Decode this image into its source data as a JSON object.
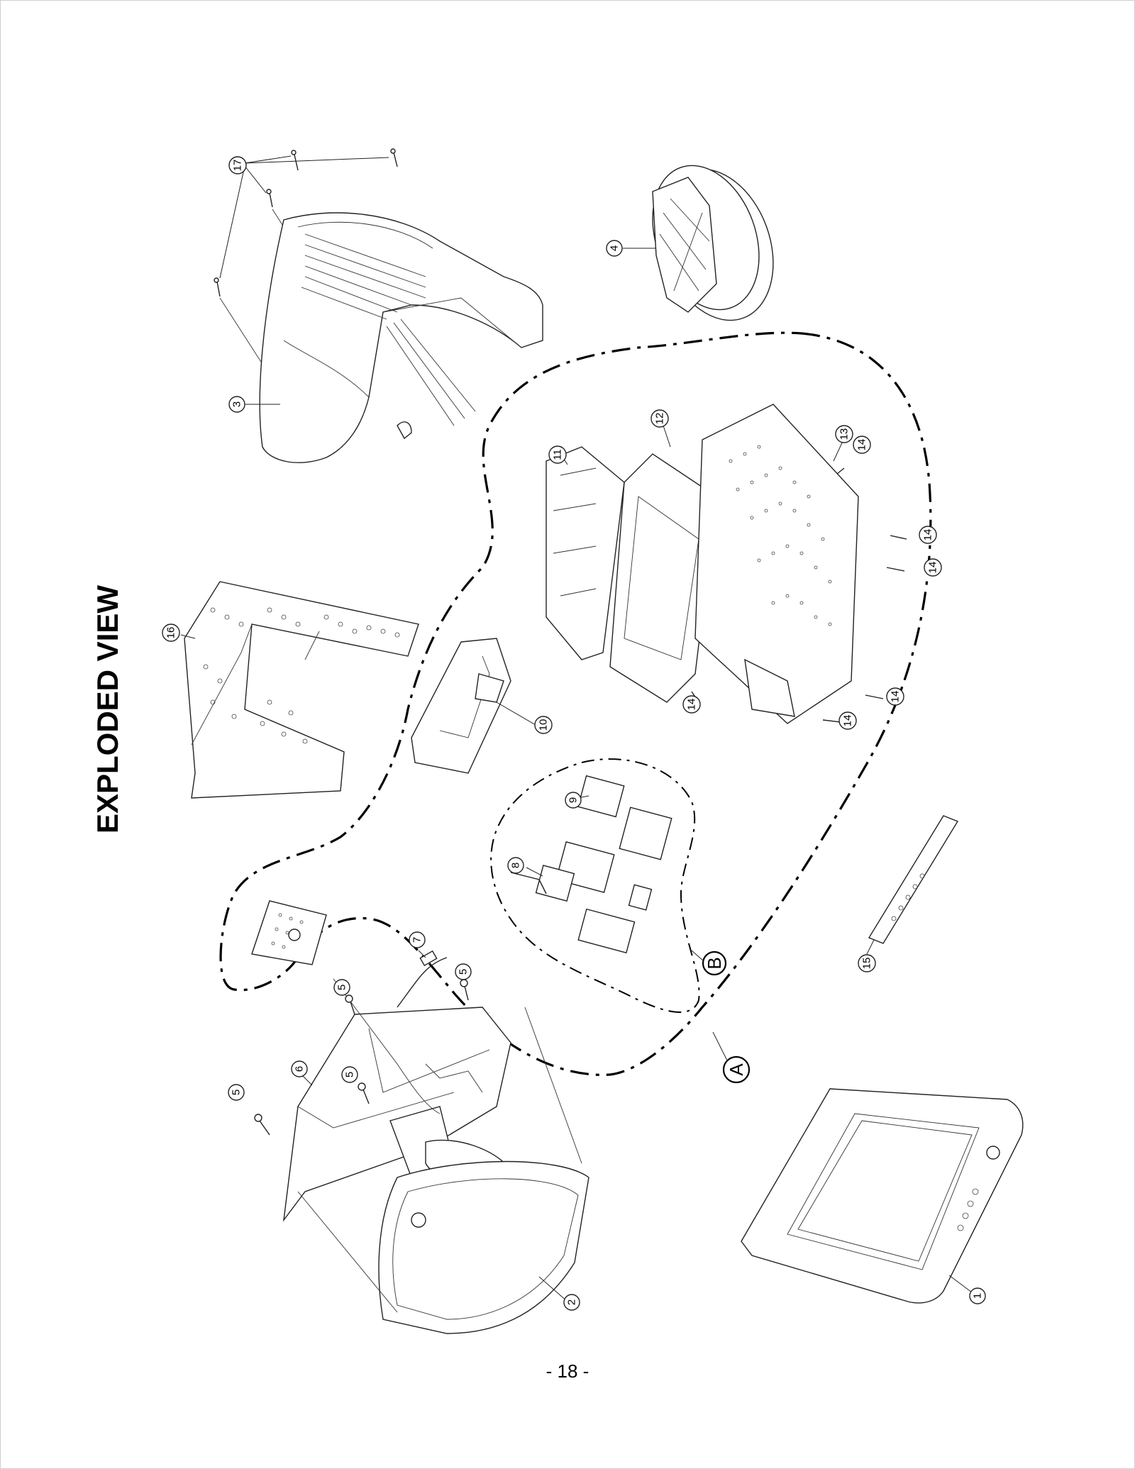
{
  "title": "EXPLODED VIEW",
  "page_number": "- 18 -",
  "callouts": {
    "c1": "1",
    "c2": "2",
    "c3": "3",
    "c4": "4",
    "c5a": "5",
    "c5b": "5",
    "c5c": "5",
    "c5d": "5",
    "c6": "6",
    "c7": "7",
    "c8": "8",
    "c9": "9",
    "c10": "10",
    "c11": "11",
    "c12": "12",
    "c13": "13",
    "c14a": "14",
    "c14b": "14",
    "c14c": "14",
    "c14d": "14",
    "c14e": "14",
    "c14f": "14",
    "c15": "15",
    "c16": "16",
    "c17": "17",
    "cA": "A",
    "cB": "B"
  }
}
